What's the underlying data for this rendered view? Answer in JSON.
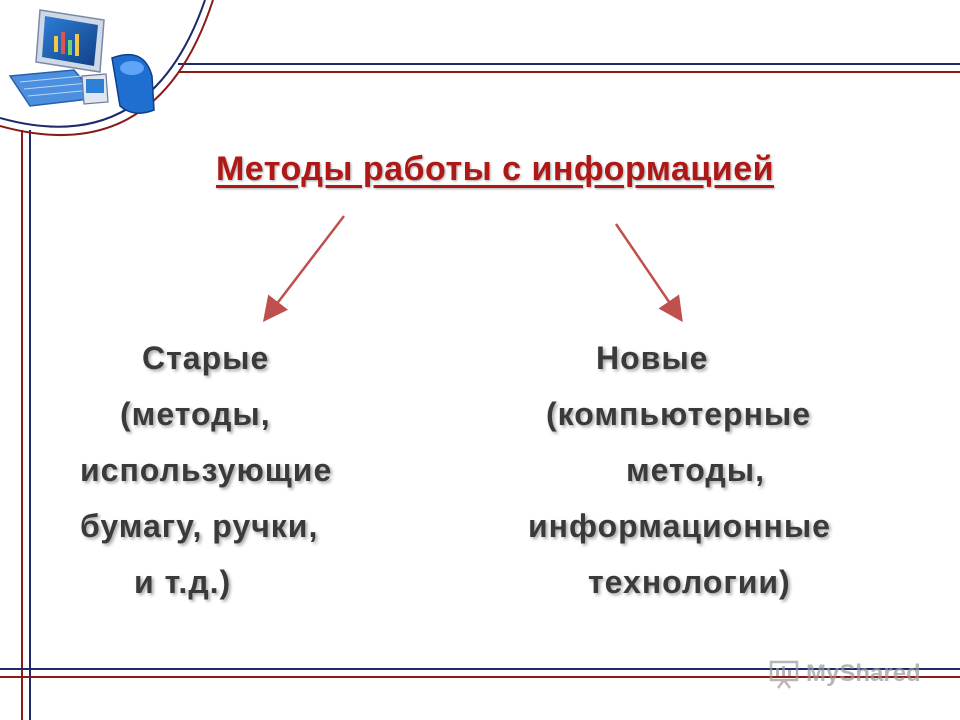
{
  "slide": {
    "title": "Методы работы с информацией",
    "left": {
      "heading": "Старые",
      "lines": [
        "(методы,",
        "использующие",
        "бумагу, ручки,",
        "и т.д.)"
      ]
    },
    "right": {
      "heading": "Новые",
      "lines": [
        "(компьютерные",
        "методы,",
        "информационные",
        "технологии)"
      ]
    }
  },
  "watermark": {
    "text": "MyShared",
    "icon": "presentation-icon"
  },
  "colors": {
    "title": "#b01818",
    "text": "#3a3a3a",
    "arrow": "#c0504d",
    "frame_red": "#8b1a1a",
    "frame_blue": "#1f2a6b"
  }
}
